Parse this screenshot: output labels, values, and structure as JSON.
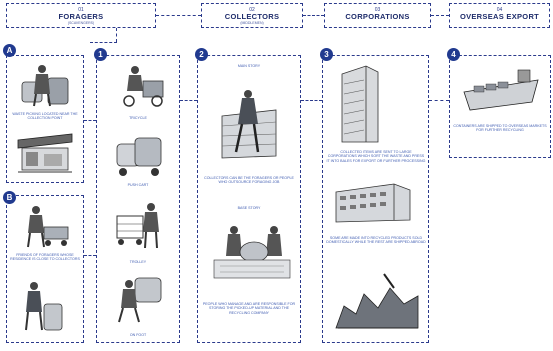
{
  "stages": [
    {
      "num": "01",
      "title": "FORAGERS",
      "sub": "(SCAVENGERS)"
    },
    {
      "num": "02",
      "title": "COLLECTORS",
      "sub": "(MIDDLEMEN)"
    },
    {
      "num": "03",
      "title": "CORPORATIONS",
      "sub": ""
    },
    {
      "num": "04",
      "title": "OVERSEAS EXPORT",
      "sub": ""
    }
  ],
  "badges": [
    "A",
    "B",
    "1",
    "2",
    "3",
    "4"
  ],
  "captions": {
    "a": "WASTE PICKING LOCATED NEAR THE COLLECTION POINT",
    "b": "FRIENDS OF FORAGERS WHOSE RESIDENCE IS CLOSE TO COLLECTORS",
    "c2_top_label": "MAIN STORY",
    "c2_mid": "COLLECTORS CAN BE THE FORAGERS OR PEOPLE WHO OUTSOURCE FORAGING JOB",
    "c2_bot_label": "BASE STORY",
    "c2_bot": "PEOPLE WHO MANAGE AND ARE RESPONSIBLE FOR STORING THE PICKED-UP MATERIAL AND THE RECYCLING COMPANY",
    "c3_top": "COLLECTED ITEMS ARE SENT TO LARGE CORPORATIONS WHICH SORT THE WASTE AND PRESS IT INTO BALES FOR EXPORT OR FURTHER PROCESSING",
    "c3_mid": "SOME ARE MADE INTO RECYCLED PRODUCTS SOLD DOMESTICALLY WHILE THE REST ARE SHIPPED ABROAD",
    "c4": "CONTAINERS ARE SHIPPED TO OVERSEAS MARKETS FOR FURTHER RECYCLING"
  },
  "col1_labels": [
    "TRICYCLE",
    "PUSH CART",
    "TROLLEY",
    "ON FOOT"
  ]
}
